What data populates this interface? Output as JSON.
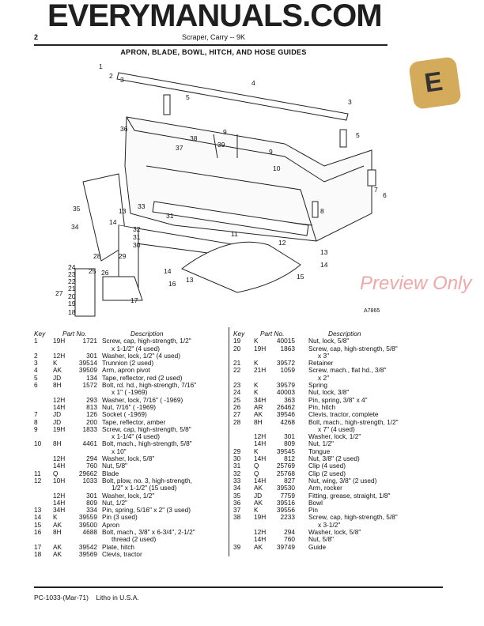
{
  "header": {
    "page_number": "2",
    "running_head": "Scraper, Carry -- 9K",
    "section_title": "APRON, BLADE, BOWL, HITCH, AND HOSE GUIDES"
  },
  "diagram": {
    "figure_id": "A7865",
    "callouts": [
      "1",
      "2",
      "3",
      "4",
      "5",
      "3",
      "5",
      "36",
      "9",
      "39",
      "38",
      "37",
      "9",
      "10",
      "7",
      "6",
      "8",
      "35",
      "13",
      "33",
      "31",
      "14",
      "34",
      "32",
      "31",
      "30",
      "11",
      "12",
      "13",
      "14",
      "28",
      "29",
      "24",
      "23",
      "25",
      "26",
      "22",
      "21",
      "27",
      "20",
      "19",
      "18",
      "17",
      "16",
      "14",
      "13",
      "15"
    ]
  },
  "columns": {
    "key": "Key",
    "part_no": "Part No.",
    "description": "Description"
  },
  "left_rows": [
    {
      "key": "1",
      "prefix": "19H",
      "num": "1721",
      "desc": "Screw, cap, high-strength, 1/2\""
    },
    {
      "key": "",
      "prefix": "",
      "num": "",
      "desc": "x 1-1/2\" (4 used)",
      "cont": true
    },
    {
      "key": "2",
      "prefix": "12H",
      "num": "301",
      "desc": "Washer, lock, 1/2\" (4 used)"
    },
    {
      "key": "3",
      "prefix": "K",
      "num": "39514",
      "desc": "Trunnion (2 used)"
    },
    {
      "key": "4",
      "prefix": "AK",
      "num": "39509",
      "desc": "Arm, apron pivot"
    },
    {
      "key": "5",
      "prefix": "JD",
      "num": "134",
      "desc": "Tape, reflector, red (2 used)"
    },
    {
      "key": "6",
      "prefix": "8H",
      "num": "1572",
      "desc": "Bolt, rd. hd., high-strength, 7/16\""
    },
    {
      "key": "",
      "prefix": "",
      "num": "",
      "desc": "x 1\" (      -1969)",
      "cont": true
    },
    {
      "key": "",
      "prefix": "12H",
      "num": "293",
      "desc": "Washer, lock, 7/16\" (       -1969)"
    },
    {
      "key": "",
      "prefix": "14H",
      "num": "813",
      "desc": "Nut, 7/16\" (      -1969)"
    },
    {
      "key": "7",
      "prefix": "JD",
      "num": "126",
      "desc": "Socket (      -1969)"
    },
    {
      "key": "8",
      "prefix": "JD",
      "num": "200",
      "desc": "Tape, reflector, amber"
    },
    {
      "key": "9",
      "prefix": "19H",
      "num": "1833",
      "desc": "Screw, cap, high-strength, 5/8\""
    },
    {
      "key": "",
      "prefix": "",
      "num": "",
      "desc": "x 1-1/4\" (4 used)",
      "cont": true
    },
    {
      "key": "10",
      "prefix": "8H",
      "num": "4461",
      "desc": "Bolt, mach., high-strength, 5/8\""
    },
    {
      "key": "",
      "prefix": "",
      "num": "",
      "desc": "x 10\"",
      "cont": true
    },
    {
      "key": "",
      "prefix": "12H",
      "num": "294",
      "desc": "Washer, lock, 5/8\""
    },
    {
      "key": "",
      "prefix": "14H",
      "num": "760",
      "desc": "Nut, 5/8\""
    },
    {
      "key": "11",
      "prefix": "Q",
      "num": "29662",
      "desc": "Blade"
    },
    {
      "key": "12",
      "prefix": "10H",
      "num": "1033",
      "desc": "Bolt, plow, no. 3, high-strength,"
    },
    {
      "key": "",
      "prefix": "",
      "num": "",
      "desc": "1/2\" x 1-1/2\" (15 used)",
      "cont": true
    },
    {
      "key": "",
      "prefix": "12H",
      "num": "301",
      "desc": "Washer, lock, 1/2\""
    },
    {
      "key": "",
      "prefix": "14H",
      "num": "809",
      "desc": "Nut, 1/2\""
    },
    {
      "key": "13",
      "prefix": "34H",
      "num": "334",
      "desc": "Pin, spring, 5/16\" x 2\" (3 used)"
    },
    {
      "key": "14",
      "prefix": "K",
      "num": "39559",
      "desc": "Pin (3 used)"
    },
    {
      "key": "15",
      "prefix": "AK",
      "num": "39500",
      "desc": "Apron"
    },
    {
      "key": "16",
      "prefix": "8H",
      "num": "4688",
      "desc": "Bolt, mach., 3/8\" x 6-3/4\", 2-1/2\""
    },
    {
      "key": "",
      "prefix": "",
      "num": "",
      "desc": "thread (2 used)",
      "cont": true
    },
    {
      "key": "17",
      "prefix": "AK",
      "num": "39542",
      "desc": "Plate, hitch"
    },
    {
      "key": "18",
      "prefix": "AK",
      "num": "39569",
      "desc": "Clevis, tractor"
    }
  ],
  "right_rows": [
    {
      "key": "19",
      "prefix": "K",
      "num": "40015",
      "desc": "Nut, lock, 5/8\""
    },
    {
      "key": "20",
      "prefix": "19H",
      "num": "1863",
      "desc": "Screw, cap, high-strength, 5/8\""
    },
    {
      "key": "",
      "prefix": "",
      "num": "",
      "desc": "x 3\"",
      "cont": true
    },
    {
      "key": "21",
      "prefix": "K",
      "num": "39572",
      "desc": "Retainer"
    },
    {
      "key": "22",
      "prefix": "21H",
      "num": "1059",
      "desc": "Screw, mach., flat hd., 3/8\""
    },
    {
      "key": "",
      "prefix": "",
      "num": "",
      "desc": "x 2\"",
      "cont": true
    },
    {
      "key": "23",
      "prefix": "K",
      "num": "39579",
      "desc": "Spring"
    },
    {
      "key": "24",
      "prefix": "K",
      "num": "40003",
      "desc": "Nut, lock, 3/8\""
    },
    {
      "key": "25",
      "prefix": "34H",
      "num": "363",
      "desc": "Pin, spring, 3/8\" x 4\""
    },
    {
      "key": "26",
      "prefix": "AR",
      "num": "26462",
      "desc": "Pin, hitch"
    },
    {
      "key": "27",
      "prefix": "AK",
      "num": "39546",
      "desc": "Clevis, tractor, complete"
    },
    {
      "key": "28",
      "prefix": "8H",
      "num": "4268",
      "desc": "Bolt, mach., high-strength, 1/2\""
    },
    {
      "key": "",
      "prefix": "",
      "num": "",
      "desc": "x 7\" (4 used)",
      "cont": true
    },
    {
      "key": "",
      "prefix": "12H",
      "num": "301",
      "desc": "Washer, lock, 1/2\""
    },
    {
      "key": "",
      "prefix": "14H",
      "num": "809",
      "desc": "Nut, 1/2\""
    },
    {
      "key": "29",
      "prefix": "K",
      "num": "39545",
      "desc": "Tongue"
    },
    {
      "key": "30",
      "prefix": "14H",
      "num": "812",
      "desc": "Nut, 3/8\" (2 used)"
    },
    {
      "key": "31",
      "prefix": "Q",
      "num": "25769",
      "desc": "Clip (4 used)"
    },
    {
      "key": "32",
      "prefix": "Q",
      "num": "25768",
      "desc": "Clip (2 used)"
    },
    {
      "key": "33",
      "prefix": "14H",
      "num": "827",
      "desc": "Nut, wing, 3/8\" (2 used)"
    },
    {
      "key": "34",
      "prefix": "AK",
      "num": "39530",
      "desc": "Arm, rocker"
    },
    {
      "key": "35",
      "prefix": "JD",
      "num": "7759",
      "desc": "Fitting, grease, straight, 1/8\""
    },
    {
      "key": "36",
      "prefix": "AK",
      "num": "39516",
      "desc": "Bowl"
    },
    {
      "key": "37",
      "prefix": "K",
      "num": "39556",
      "desc": "Pin"
    },
    {
      "key": "38",
      "prefix": "19H",
      "num": "2233",
      "desc": "Screw, cap, high-strength, 5/8\""
    },
    {
      "key": "",
      "prefix": "",
      "num": "",
      "desc": "x 3-1/2\"",
      "cont": true
    },
    {
      "key": "",
      "prefix": "12H",
      "num": "294",
      "desc": "Washer, lock, 5/8\""
    },
    {
      "key": "",
      "prefix": "14H",
      "num": "760",
      "desc": "Nut, 5/8\""
    },
    {
      "key": "39",
      "prefix": "AK",
      "num": "39749",
      "desc": "Guide"
    }
  ],
  "footer": {
    "text": "PC-1033-(Mar-71)    Litho in U.S.A."
  },
  "watermark": {
    "text": "EVERYMANUALS.COM",
    "preview": "Preview Only",
    "logo_letter": "E"
  }
}
